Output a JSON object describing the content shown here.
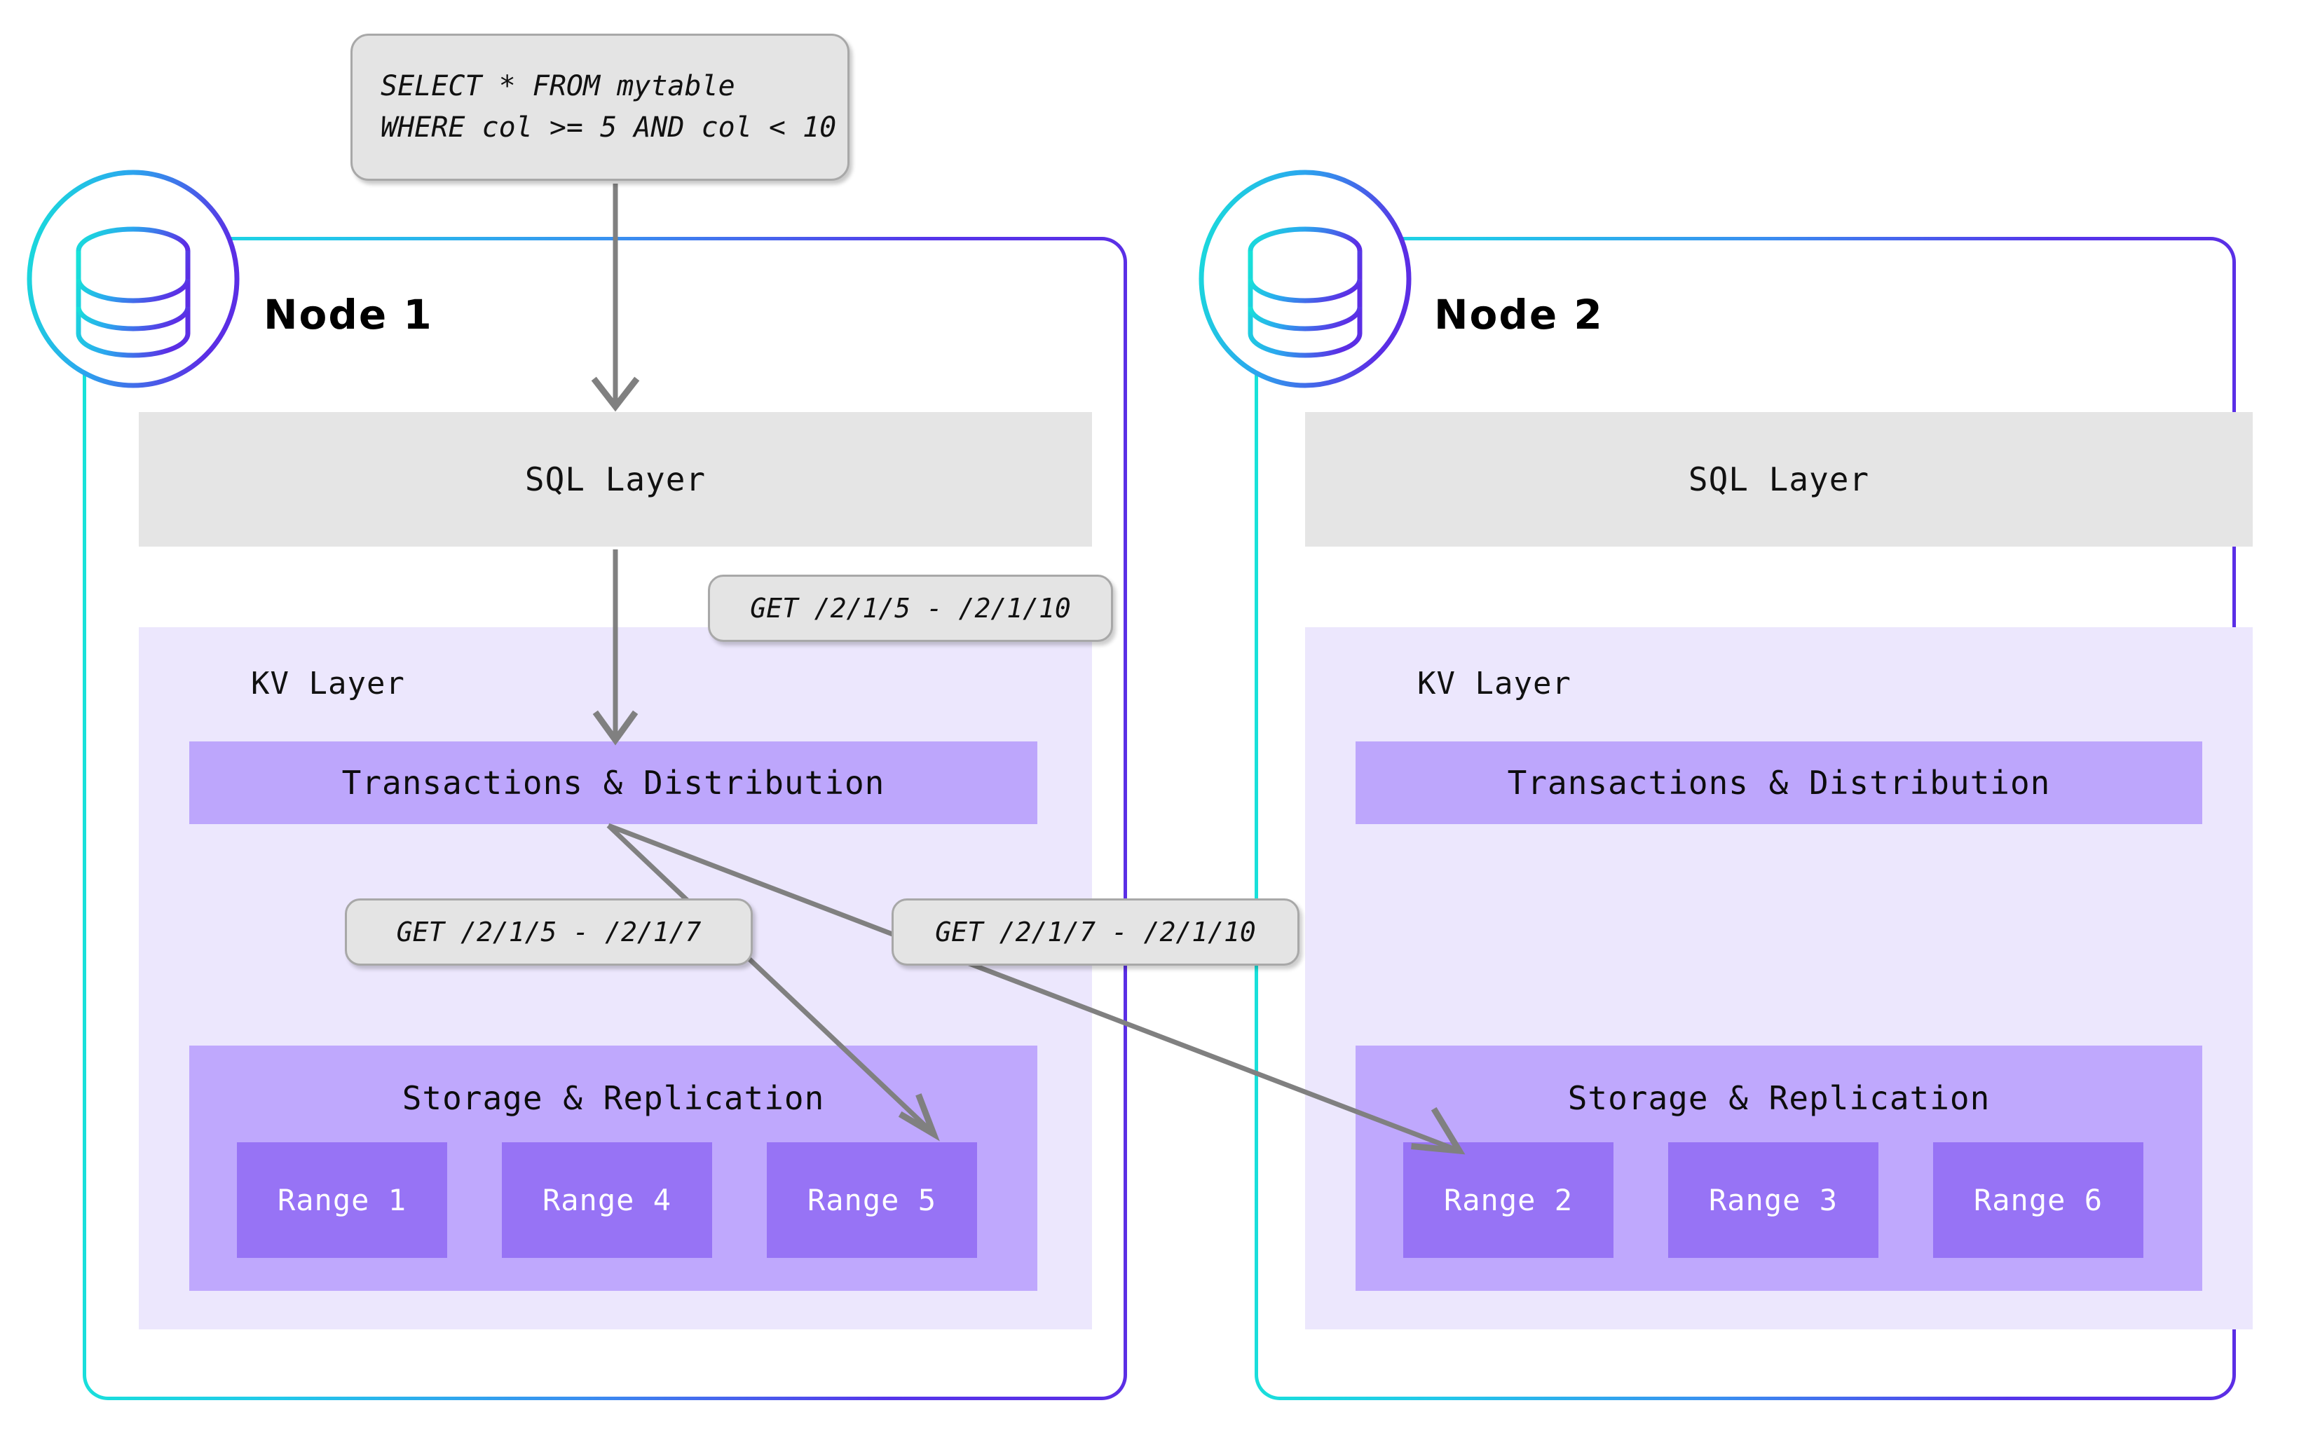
{
  "diagram": {
    "title": "CockroachDB distributed SQL query routing across nodes",
    "colors": {
      "node_border_start": "#17e3d8",
      "node_border_end": "#5b2ee5",
      "sql_layer_bg": "#e5e5e5",
      "kv_layer_bg": "#ece7fd",
      "txn_bg": "#bda6fc",
      "storage_bg": "#bfa8fd",
      "range_bg": "#9773f5",
      "range_text": "#ffffff",
      "callout_bg": "#e4e4e4",
      "callout_border": "#a8a8a8",
      "arrow": "#808080"
    }
  },
  "query": {
    "line1": "SELECT * FROM mytable",
    "line2": "WHERE col >= 5 AND col < 10"
  },
  "annotations": {
    "sql_to_kv": "GET /2/1/5 - /2/1/10",
    "kv_to_range5": "GET /2/1/5 - /2/1/7",
    "kv_to_range2": "GET /2/1/7 - /2/1/10"
  },
  "layer_labels": {
    "sql": "SQL Layer",
    "kv": "KV Layer",
    "transactions": "Transactions & Distribution",
    "storage": "Storage & Replication"
  },
  "nodes": [
    {
      "title": "Node 1",
      "sql_layer": "SQL Layer",
      "kv_layer": "KV Layer",
      "transactions": "Transactions & Distribution",
      "storage": "Storage & Replication",
      "ranges": [
        "Range 1",
        "Range 4",
        "Range 5"
      ]
    },
    {
      "title": "Node 2",
      "sql_layer": "SQL Layer",
      "kv_layer": "KV Layer",
      "transactions": "Transactions & Distribution",
      "storage": "Storage & Replication",
      "ranges": [
        "Range 2",
        "Range 3",
        "Range 6"
      ]
    }
  ],
  "icons": {
    "database": "database-icon"
  }
}
